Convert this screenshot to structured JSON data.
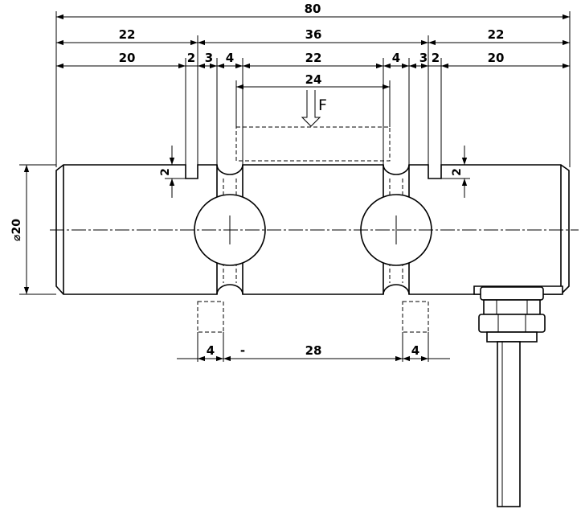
{
  "dimensions": {
    "overall_length": "80",
    "top_left_span": "22",
    "middle_span": "36",
    "top_right_span": "22",
    "left_end": "20",
    "left_groove": "2",
    "left_gap": "3",
    "left_neck": "4",
    "center_section": "22",
    "right_neck": "4",
    "right_gap": "3",
    "right_groove": "2",
    "right_end": "20",
    "load_width": "24",
    "left_groove_depth": "2",
    "right_groove_depth": "2",
    "diameter": "⌀20",
    "bottom_left_support": "4",
    "support_spacing": "28",
    "bottom_right_support": "4",
    "bottom_marker": "-"
  },
  "force_label": "F"
}
